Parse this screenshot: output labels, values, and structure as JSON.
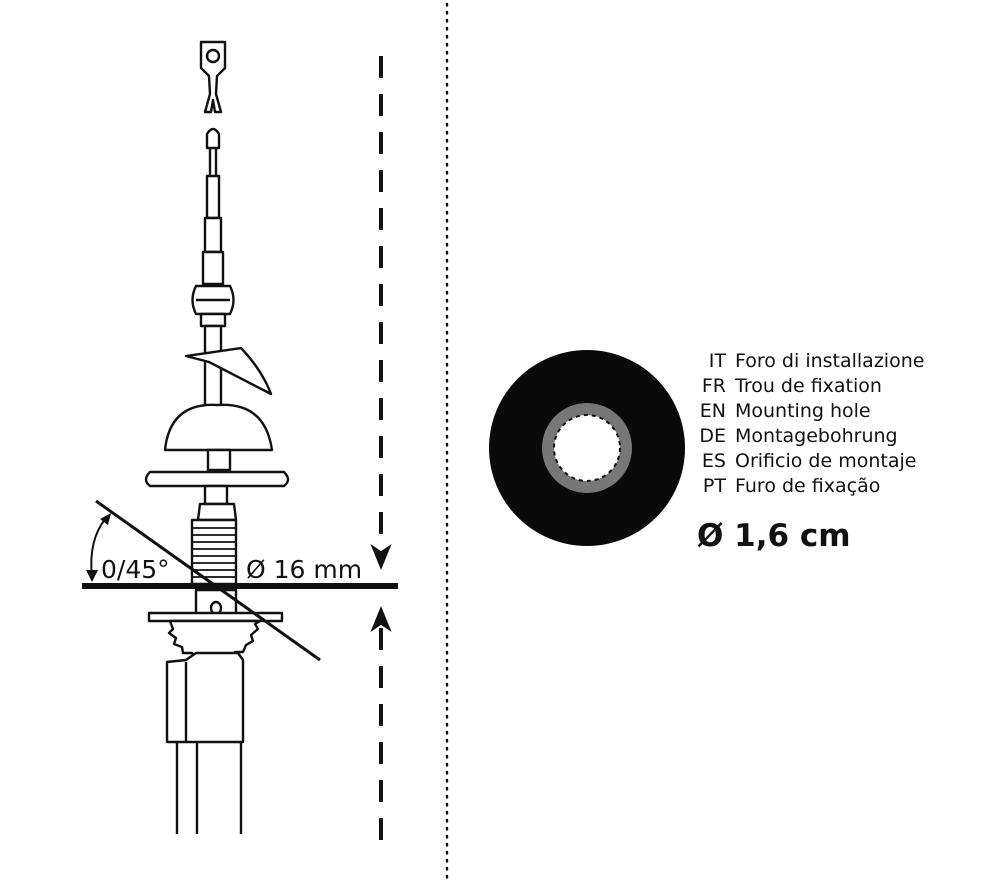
{
  "angle_label": "0/45°",
  "hole_dimension": "Ø 16 mm",
  "languages": [
    {
      "code": "IT",
      "text": "Foro di installazione"
    },
    {
      "code": "FR",
      "text": "Trou de fixation"
    },
    {
      "code": "EN",
      "text": "Mounting hole"
    },
    {
      "code": "DE",
      "text": "Montagebohrung"
    },
    {
      "code": "ES",
      "text": "Orificio de montaje"
    },
    {
      "code": "PT",
      "text": "Furo de fixação"
    }
  ],
  "diameter_label": "Ø 1,6 cm",
  "colors": {
    "line": "#111111",
    "disc": "#0a0a0a",
    "ring": "#777777",
    "background": "#ffffff"
  }
}
